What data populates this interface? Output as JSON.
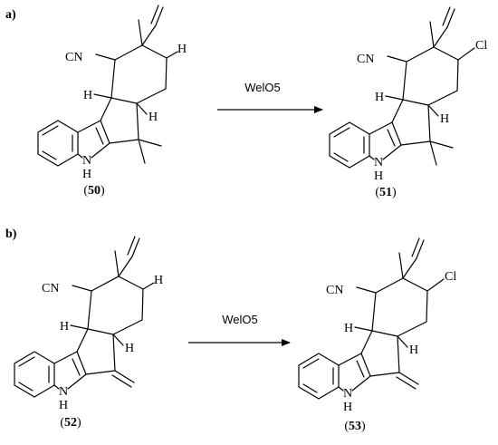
{
  "panels": [
    {
      "label": "a)",
      "reagent": "WelO5",
      "reactant": {
        "id": "50",
        "atoms": {
          "cn": "CN",
          "h_top": "H",
          "h_left": "H",
          "h_right": "H",
          "nh_n": "N",
          "nh_h": "H"
        }
      },
      "product": {
        "id": "51",
        "atoms": {
          "cn": "CN",
          "cl": "Cl",
          "h_left": "H",
          "h_right": "H",
          "nh_n": "N",
          "nh_h": "H"
        }
      }
    },
    {
      "label": "b)",
      "reagent": "WelO5",
      "reactant": {
        "id": "52",
        "atoms": {
          "cn": "CN",
          "h_top": "H",
          "h_left": "H",
          "h_right": "H",
          "nh_n": "N",
          "nh_h": "H"
        }
      },
      "product": {
        "id": "53",
        "atoms": {
          "cn": "CN",
          "cl": "Cl",
          "h_left": "H",
          "h_right": "H",
          "nh_n": "N",
          "nh_h": "H"
        }
      }
    }
  ],
  "paren_open": "(",
  "paren_close": ")"
}
